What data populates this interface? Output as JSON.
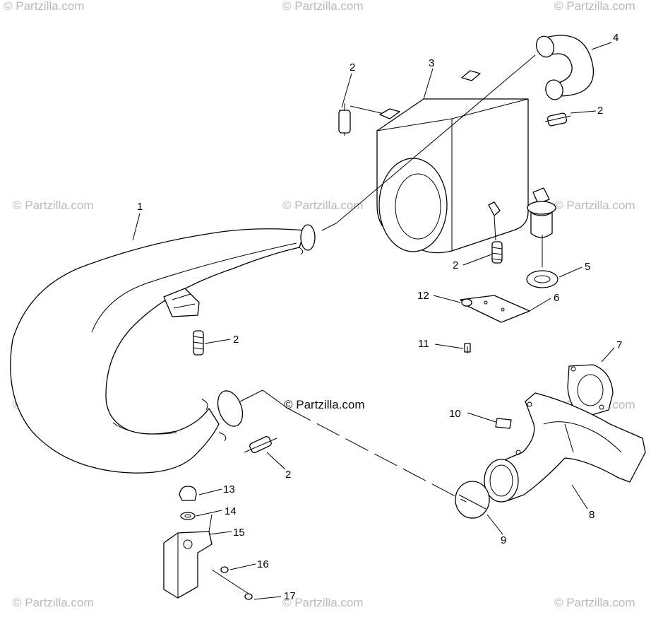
{
  "watermarks": {
    "tile": "© Partzilla.com",
    "center": "© Partzilla.com"
  },
  "callouts": {
    "c1": "1",
    "c2a": "2",
    "c2b": "2",
    "c2c": "2",
    "c2d": "2",
    "c2e": "2",
    "c3": "3",
    "c4": "4",
    "c5": "5",
    "c6": "6",
    "c7": "7",
    "c8": "8",
    "c9": "9",
    "c10": "10",
    "c11": "11",
    "c12": "12",
    "c13": "13",
    "c14": "14",
    "c15": "15",
    "c16": "16",
    "c17": "17"
  },
  "colors": {
    "line": "#000000",
    "watermark": "#b9b9b9",
    "background": "#ffffff"
  }
}
